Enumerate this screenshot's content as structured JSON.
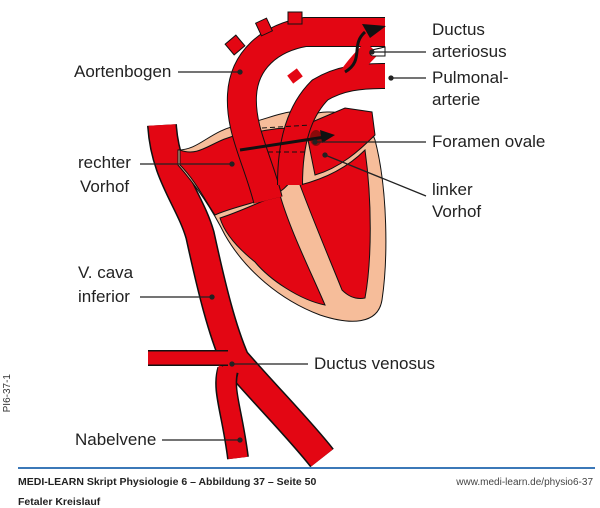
{
  "labels": {
    "aortenbogen": "Aortenbogen",
    "ductus_arteriosus": [
      "Ductus",
      "arteriosus"
    ],
    "pulmonalarterie": [
      "Pulmonal-",
      "arterie"
    ],
    "foramen_ovale": "Foramen ovale",
    "rechter_vorhof": [
      "rechter",
      "Vorhof"
    ],
    "linker_vorhof": [
      "linker",
      "Vorhof"
    ],
    "v_cava_inferior": [
      "V. cava",
      "inferior"
    ],
    "ductus_venosus": "Ductus venosus",
    "nabelvene": "Nabelvene"
  },
  "footer": {
    "title": "MEDI-LEARN Skript Physiologie 6 – Abbildung 37 – Seite 50",
    "subtitle": "Fetaler Kreislauf",
    "url": "www.medi-learn.de/physio6-37",
    "code": "PI6-37-1"
  },
  "colors": {
    "blood": "#e30613",
    "tissue": "#f6bd9a",
    "rule": "#3b78b8"
  }
}
